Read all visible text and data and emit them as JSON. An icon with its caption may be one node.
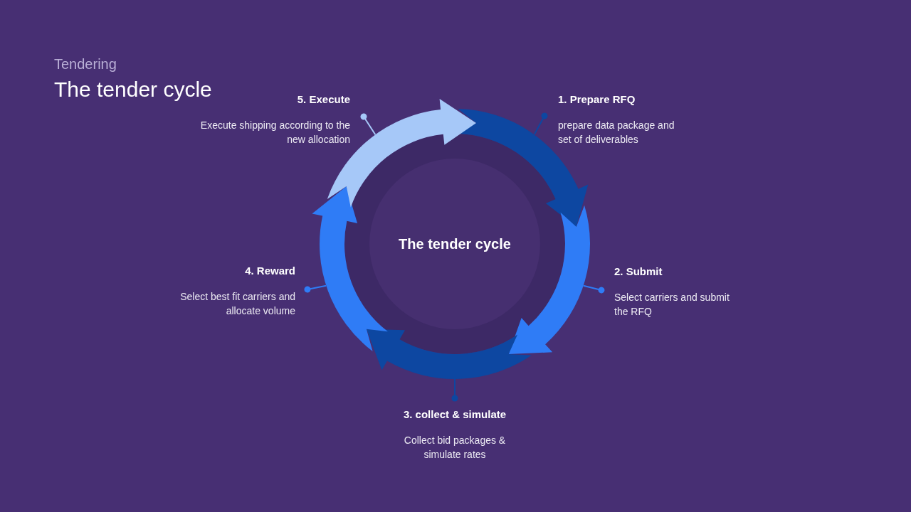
{
  "diagram": {
    "title": "The tender cycle",
    "nodes": [
      {
        "text": [
          "1. Prepare RFQ",
          "prepare data package and set of deliverables"
        ]
      },
      {
        "text": [
          "2. Submit",
          "Select carriers and submit the RFQ"
        ]
      },
      {
        "text": [
          "3. collect & simulate",
          "Collect bid packages & simulate rates"
        ]
      },
      {
        "text": [
          "4. Reward",
          "Select best fit carriers and allocate volume"
        ]
      },
      {
        "text": [
          "5. Execute",
          "Execute shipping according to the new allocation"
        ]
      },
      {
        "text": [
          "The tender cycle"
        ]
      },
      {
        "text": [],
        "shape": "arrow"
      },
      {
        "text": [],
        "shape": "arrow"
      },
      {
        "text": [],
        "shape": "arrow"
      },
      {
        "text": [],
        "shape": "arrow"
      },
      {
        "text": [],
        "shape": "arrow"
      }
    ],
    "edges": [
      {
        "from": 0,
        "to": 6,
        "arrow": "other",
        "color": "#0d47a1"
      },
      {
        "from": 1,
        "to": 7,
        "arrow": "other",
        "color": "#2f7cf6"
      },
      {
        "from": 2,
        "to": 8,
        "arrow": "other",
        "color": "#0d47a1"
      },
      {
        "from": 3,
        "to": 9,
        "arrow": "other",
        "color": "#2f7cf6"
      },
      {
        "from": 4,
        "to": 10,
        "arrow": "other",
        "color": "#a6c8f8"
      }
    ],
    "labels": [
      "Tendering"
    ]
  }
}
